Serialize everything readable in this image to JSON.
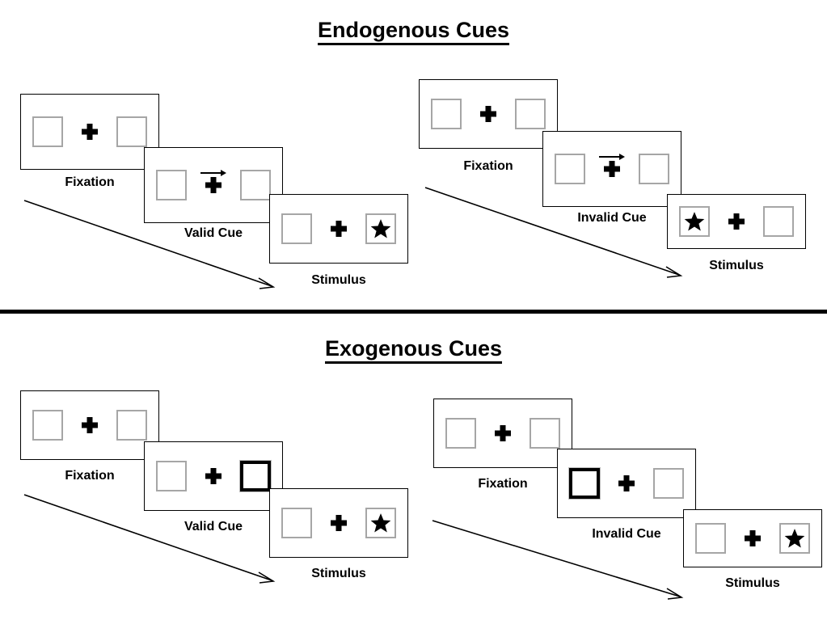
{
  "sections": [
    {
      "id": "endogenous",
      "title": "Endogenous Cues",
      "sequences": [
        {
          "id": "endogenous-valid",
          "panels": [
            {
              "caption": "Fixation",
              "left_content": "empty",
              "right_content": "empty",
              "cue": "none"
            },
            {
              "caption": "Valid Cue",
              "left_content": "empty",
              "right_content": "empty",
              "cue": "arrow-right"
            },
            {
              "caption": "Stimulus",
              "left_content": "empty",
              "right_content": "star",
              "cue": "none"
            }
          ]
        },
        {
          "id": "endogenous-invalid",
          "panels": [
            {
              "caption": "Fixation",
              "left_content": "empty",
              "right_content": "empty",
              "cue": "none"
            },
            {
              "caption": "Invalid Cue",
              "left_content": "empty",
              "right_content": "empty",
              "cue": "arrow-right"
            },
            {
              "caption": "Stimulus",
              "left_content": "star",
              "right_content": "empty",
              "cue": "none"
            }
          ]
        }
      ]
    },
    {
      "id": "exogenous",
      "title": "Exogenous Cues",
      "sequences": [
        {
          "id": "exogenous-valid",
          "panels": [
            {
              "caption": "Fixation",
              "left_content": "empty",
              "right_content": "empty",
              "cue": "none"
            },
            {
              "caption": "Valid Cue",
              "left_content": "empty",
              "right_content": "highlight",
              "cue": "none"
            },
            {
              "caption": "Stimulus",
              "left_content": "empty",
              "right_content": "star",
              "cue": "none"
            }
          ]
        },
        {
          "id": "exogenous-invalid",
          "panels": [
            {
              "caption": "Fixation",
              "left_content": "empty",
              "right_content": "empty",
              "cue": "none"
            },
            {
              "caption": "Invalid Cue",
              "left_content": "highlight",
              "right_content": "empty",
              "cue": "none"
            },
            {
              "caption": "Stimulus",
              "left_content": "empty",
              "right_content": "star",
              "cue": "none"
            }
          ]
        }
      ]
    }
  ],
  "icons": {
    "fixation_cross": "plus-cross-icon",
    "star": "star-icon",
    "arrow_cue": "arrow-right-icon",
    "timeline_arrow": "timeline-arrow-icon"
  },
  "colors": {
    "frame": "#000000",
    "box_border": "#a6a6a6",
    "cued_box_border": "#000000",
    "star_fill": "#000000",
    "divider": "#000000",
    "background": "#ffffff"
  }
}
